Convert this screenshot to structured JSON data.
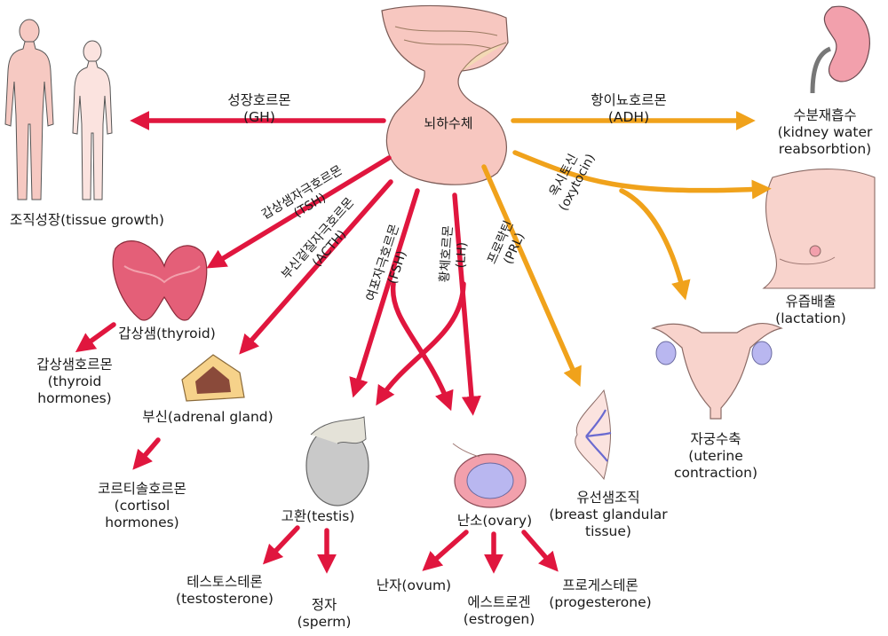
{
  "colors": {
    "red": "#e0163e",
    "orange": "#f0a21b",
    "skin": "#f6c9c2",
    "pink": "#f2a0ac"
  },
  "center": "뇌하수체",
  "hormones": {
    "gh": [
      "성장호르몬",
      "(GH)"
    ],
    "adh": [
      "항이뇨호르몬",
      "(ADH)"
    ],
    "tsh": [
      "갑상샘자극호르몬",
      "(TSH)"
    ],
    "acth": [
      "부신겉질자극호르몬",
      "(ACTH)"
    ],
    "fsh": [
      "여포자극호르몬",
      "(FSH)"
    ],
    "lh": [
      "황체호르몬",
      "(LH)"
    ],
    "prl": [
      "프로락틴",
      "(PRL)"
    ],
    "oxytocin": [
      "옥시토신",
      "(oxytocin)"
    ]
  },
  "targets": {
    "tissue_growth": [
      "조직성장(tissue growth)"
    ],
    "kidney": [
      "수분재흡수",
      "(kidney water",
      "reabsorbtion)"
    ],
    "lactation": [
      "유즙배출",
      "(lactation)"
    ],
    "uterine": [
      "자궁수축",
      "(uterine",
      "contraction)"
    ],
    "thyroid": [
      "갑상샘(thyroid)"
    ],
    "thyroid_hormones": [
      "갑상샘호르몬",
      "(thyroid",
      "hormones)"
    ],
    "adrenal": [
      "부신(adrenal gland)"
    ],
    "cortisol": [
      "코르티솔호르몬",
      "(cortisol",
      "hormones)"
    ],
    "testis": [
      "고환(testis)"
    ],
    "ovary": [
      "난소(ovary)"
    ],
    "breast": [
      "유선샘조직",
      "(breast glandular",
      "tissue)"
    ],
    "testosterone": [
      "테스토스테론",
      "(testosterone)"
    ],
    "sperm": [
      "정자",
      "(sperm)"
    ],
    "ovum": [
      "난자(ovum)"
    ],
    "estrogen": [
      "에스트로겐",
      "(estrogen)"
    ],
    "progesterone": [
      "프로게스테론",
      "(progesterone)"
    ]
  }
}
